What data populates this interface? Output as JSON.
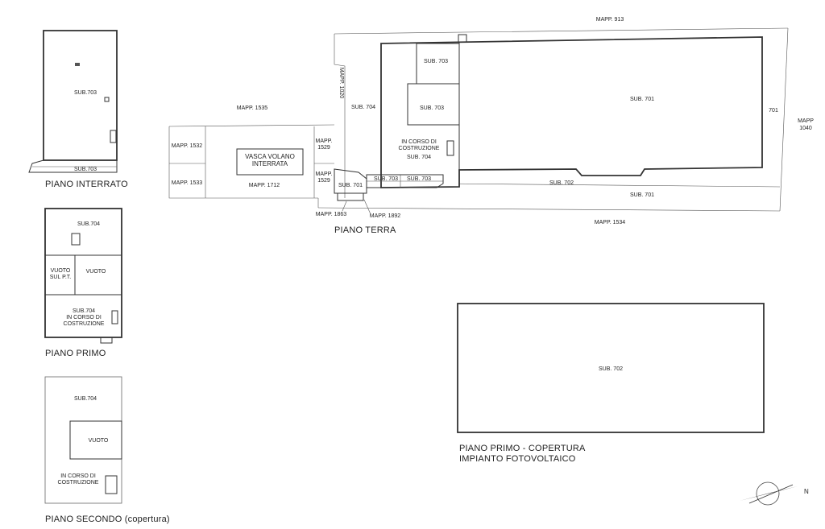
{
  "interrato": {
    "sub703": "SUB.703",
    "sub703b": "SUB.703",
    "title": "PIANO INTERRATO"
  },
  "primo": {
    "sub704": "SUB.704",
    "vuoto_pt_1": "VUOTO",
    "vuoto_pt_2": "SUL P.T.",
    "vuoto": "VUOTO",
    "sub704b_1": "SUB.704",
    "sub704b_2": "IN CORSO DI",
    "sub704b_3": "COSTRUZIONE",
    "title": "PIANO PRIMO"
  },
  "secondo": {
    "sub704": "SUB.704",
    "vuoto": "VUOTO",
    "corso_1": "IN CORSO DI",
    "corso_2": "COSTRUZIONE",
    "title": "PIANO SECONDO (copertura)"
  },
  "terra": {
    "mapp913": "MAPP. 913",
    "mapp1535": "MAPP. 1535",
    "mapp1532": "MAPP. 1532",
    "mapp1533": "MAPP. 1533",
    "vasca_1": "VASCA VOLANO",
    "vasca_2": "INTERRATA",
    "mapp1712": "MAPP. 1712",
    "mapp1529a_1": "MAPP.",
    "mapp1529a_2": "1529",
    "mapp1529b_1": "MAPP.",
    "mapp1529b_2": "1529",
    "mapp1020": "MAPP. 1020",
    "sub704": "SUB. 704",
    "sub701a": "SUB. 701",
    "sub703a": "SUB. 703",
    "sub703b": "SUB. 703",
    "corso_1": "IN CORSO DI",
    "corso_2": "COSTRUZIONE",
    "corso_3": "SUB. 704",
    "sub703c": "SUB. 703",
    "sub703d": "SUB. 703",
    "sub701main": "SUB. 701",
    "n701": "701",
    "mapp1040_1": "MAPP",
    "mapp1040_2": "1040",
    "sub702": "SUB. 702",
    "sub701b": "SUB. 701",
    "mapp1534": "MAPP. 1534",
    "mapp1863": "MAPP. 1863",
    "mapp1892": "MAPP. 1892",
    "title": "PIANO TERRA"
  },
  "copertura": {
    "sub702": "SUB. 702",
    "title_1": "PIANO PRIMO - COPERTURA",
    "title_2": "IMPIANTO FOTOVOLTAICO"
  },
  "north": {
    "label": "N"
  }
}
